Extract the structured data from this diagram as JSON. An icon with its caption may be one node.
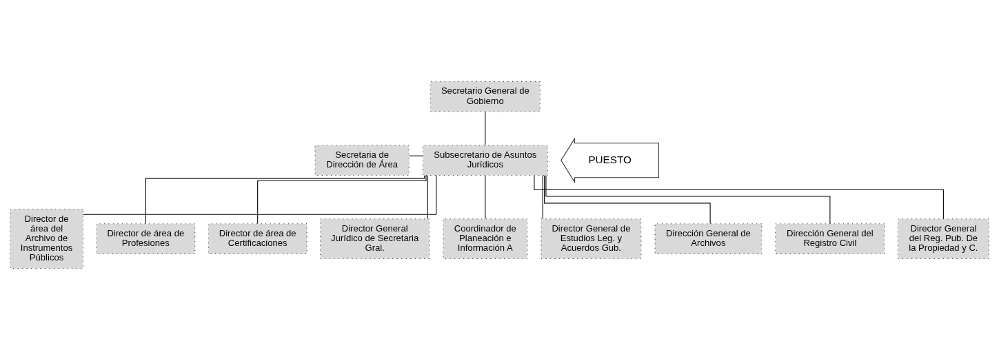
{
  "diagram": {
    "nodes": [
      {
        "text": [
          "Secretario General de Gobierno"
        ]
      },
      {
        "text": [
          "Secretaria de Dirección de Área"
        ]
      },
      {
        "text": [
          "Subsecretario de Asuntos Jurídicos"
        ]
      },
      {
        "text": [
          "PUESTO"
        ]
      },
      {
        "text": [
          "Director de área del Archivo de Instrumentos Públicos"
        ]
      },
      {
        "text": [
          "Director de área de Profesiones"
        ]
      },
      {
        "text": [
          "Director de área de Certificaciones"
        ]
      },
      {
        "text": [
          "Director General Jurídico de Secretaria Gral."
        ]
      },
      {
        "text": [
          "Coordinador de Planeación e Información A"
        ]
      },
      {
        "text": [
          "Director General de Estudios Leg. y Acuerdos Gub."
        ]
      },
      {
        "text": [
          "Dirección General de Archivos"
        ]
      },
      {
        "text": [
          "Dirección General del Registro Civil"
        ]
      },
      {
        "text": [
          "Director General del Reg. Pub. De la Propiedad y C."
        ]
      }
    ],
    "edges": [
      {
        "from": 0,
        "to": 2,
        "arrow": "none"
      },
      {
        "from": 1,
        "to": 2,
        "arrow": "none"
      },
      {
        "from": 2,
        "to": 4,
        "arrow": "none"
      },
      {
        "from": 2,
        "to": 5,
        "arrow": "none"
      },
      {
        "from": 2,
        "to": 6,
        "arrow": "none"
      },
      {
        "from": 2,
        "to": 7,
        "arrow": "none"
      },
      {
        "from": 2,
        "to": 8,
        "arrow": "none"
      },
      {
        "from": 2,
        "to": 9,
        "arrow": "none"
      },
      {
        "from": 2,
        "to": 10,
        "arrow": "none"
      },
      {
        "from": 2,
        "to": 11,
        "arrow": "none"
      },
      {
        "from": 2,
        "to": 12,
        "arrow": "none"
      }
    ]
  }
}
